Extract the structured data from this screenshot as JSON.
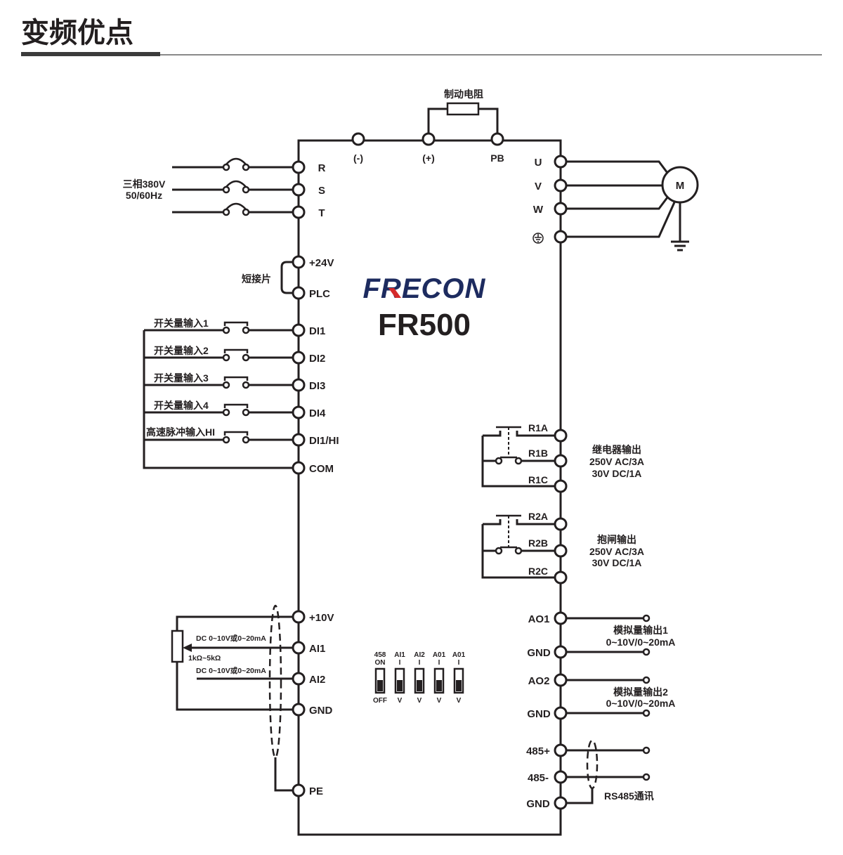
{
  "title": "变频优点",
  "colors": {
    "ink": "#231f20",
    "logo_navy": "#1d2b5f",
    "logo_red": "#d52b2b",
    "rule": "#8a8a8a",
    "rule_dark": "#3b3b3b"
  },
  "brand": {
    "logo": "FRECON",
    "model": "FR500"
  },
  "brake": {
    "label": "制动电阻",
    "terminals": [
      "(-)",
      "(+)",
      "PB"
    ]
  },
  "power_input": {
    "label_lines": [
      "三相380V",
      "50/60Hz"
    ],
    "terminals": [
      "R",
      "S",
      "T"
    ]
  },
  "motor": {
    "label": "M",
    "terminals": [
      "U",
      "V",
      "W"
    ],
    "ground_icon": "ground-icon"
  },
  "jumper": {
    "label": "短接片",
    "terminals": [
      "+24V",
      "PLC"
    ]
  },
  "digital_inputs": [
    {
      "label": "开关量输入1",
      "terminal": "DI1"
    },
    {
      "label": "开关量输入2",
      "terminal": "DI2"
    },
    {
      "label": "开关量输入3",
      "terminal": "DI3"
    },
    {
      "label": "开关量输入4",
      "terminal": "DI4"
    },
    {
      "label": "高速脉冲输入HI",
      "terminal": "DI1/HI"
    }
  ],
  "common": "COM",
  "relays": [
    {
      "terminals": [
        "R1A",
        "R1B",
        "R1C"
      ],
      "label_lines": [
        "继电器输出",
        "250V AC/3A",
        "30V DC/1A"
      ]
    },
    {
      "terminals": [
        "R2A",
        "R2B",
        "R2C"
      ],
      "label_lines": [
        "抱闸输出",
        "250V AC/3A",
        "30V DC/1A"
      ]
    }
  ],
  "analog_inputs": {
    "terminals": [
      "+10V",
      "AI1",
      "AI2",
      "GND",
      "PE"
    ],
    "ai1_signal": "DC 0~10V或0~20mA",
    "ai2_signal": "DC 0~10V或0~20mA",
    "potentiometer": "1kΩ~5kΩ"
  },
  "dip_switches": [
    {
      "top": "458",
      "sub": "ON",
      "bottom": "OFF"
    },
    {
      "top": "AI1",
      "sub": "I",
      "bottom": "V"
    },
    {
      "top": "AI2",
      "sub": "I",
      "bottom": "V"
    },
    {
      "top": "A01",
      "sub": "I",
      "bottom": "V"
    },
    {
      "top": "A01",
      "sub": "I",
      "bottom": "V"
    }
  ],
  "analog_outputs": [
    {
      "terminals": [
        "AO1",
        "GND"
      ],
      "label_lines": [
        "模拟量输出1",
        "0~10V/0~20mA"
      ]
    },
    {
      "terminals": [
        "AO2",
        "GND"
      ],
      "label_lines": [
        "模拟量输出2",
        "0~10V/0~20mA"
      ]
    }
  ],
  "rs485": {
    "terminals": [
      "485+",
      "485-",
      "GND"
    ],
    "label": "RS485通讯"
  }
}
